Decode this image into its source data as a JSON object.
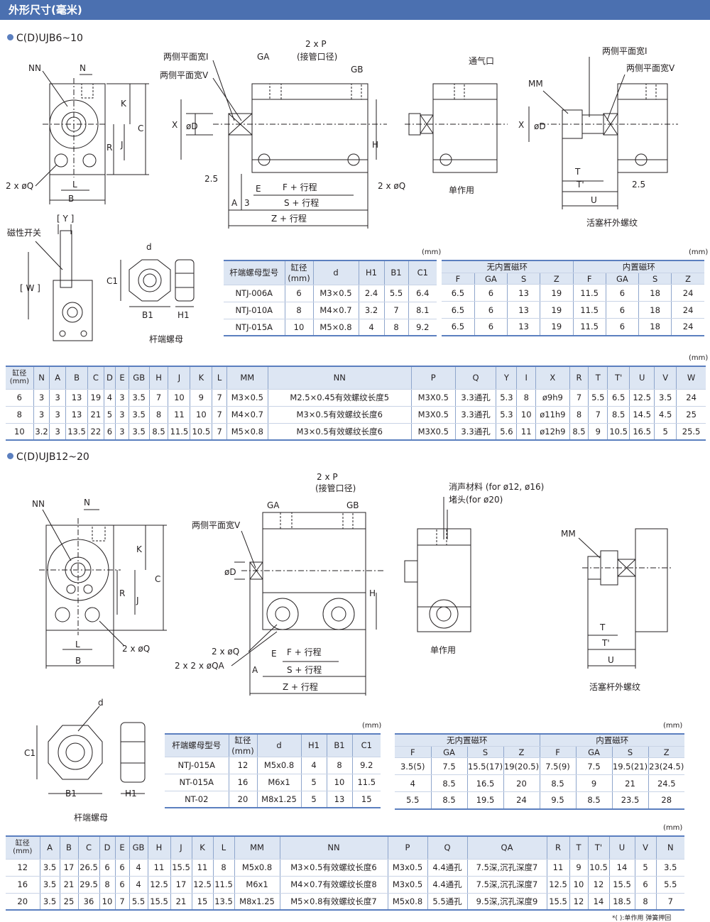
{
  "header": {
    "title": "外形尺寸(毫米)"
  },
  "section1": {
    "title": "C(D)UJB6~10",
    "labels": {
      "nn": "NN",
      "n": "N",
      "k": "K",
      "c": "C",
      "r": "R",
      "j": "J",
      "q2": "2 x øQ",
      "l": "L",
      "b": "B",
      "flat_i": "两侧平面宽I",
      "flat_v": "两侧平面宽V",
      "ga": "GA",
      "p2": "2 x P",
      "port": "(接管口径)",
      "gb": "GB",
      "x": "X",
      "d_dia": "øD",
      "h": "H",
      "d25": "2.5",
      "e": "E",
      "f_st": "F + 行程",
      "a": "A",
      "three": "3",
      "s_st": "S + 行程",
      "z_st": "Z + 行程",
      "vent": "通气口",
      "single": "单作用",
      "mm": "MM",
      "t": "T",
      "tp": "T'",
      "u": "U",
      "ext_thread": "活塞杆外螺纹",
      "y": "[ Y ]",
      "mag": "磁性开关",
      "w": "[ W ]",
      "d_small": "d",
      "c1": "C1",
      "b1": "B1",
      "h1": "H1",
      "nut": "杆端螺母"
    },
    "unit": "(mm)",
    "nut_table": {
      "headers": [
        "杆端螺母型号",
        "缸径\n(mm)",
        "d",
        "H1",
        "B1",
        "C1"
      ],
      "rows": [
        [
          "NTJ-006A",
          "6",
          "M3×0.5",
          "2.4",
          "5.5",
          "6.4"
        ],
        [
          "NTJ-010A",
          "8",
          "M4×0.7",
          "3.2",
          "7",
          "8.1"
        ],
        [
          "NTJ-015A",
          "10",
          "M5×0.8",
          "4",
          "8",
          "9.2"
        ]
      ]
    },
    "ring_table": {
      "group1": "无内置磁环",
      "group2": "内置磁环",
      "headers": [
        "F",
        "GA",
        "S",
        "Z",
        "F",
        "GA",
        "S",
        "Z"
      ],
      "rows": [
        [
          "6.5",
          "6",
          "13",
          "19",
          "11.5",
          "6",
          "18",
          "24"
        ],
        [
          "6.5",
          "6",
          "13",
          "19",
          "11.5",
          "6",
          "18",
          "24"
        ],
        [
          "6.5",
          "6",
          "13",
          "19",
          "11.5",
          "6",
          "18",
          "24"
        ]
      ]
    },
    "main_table": {
      "headers": [
        "缸径\n(mm)",
        "N",
        "A",
        "B",
        "C",
        "D",
        "E",
        "GB",
        "H",
        "J",
        "K",
        "L",
        "MM",
        "NN",
        "P",
        "Q",
        "Y",
        "I",
        "X",
        "R",
        "T",
        "T'",
        "U",
        "V",
        "W"
      ],
      "rows": [
        [
          "6",
          "3",
          "3",
          "13",
          "19",
          "4",
          "3",
          "3.5",
          "7",
          "10",
          "9",
          "7",
          "M3×0.5",
          "M2.5×0.45有效螺纹长度5",
          "M3X0.5",
          "3.3通孔",
          "5.3",
          "8",
          "ø9h9",
          "7",
          "5.5",
          "6.5",
          "12.5",
          "3.5",
          "24"
        ],
        [
          "8",
          "3",
          "3",
          "13",
          "21",
          "5",
          "3",
          "3.5",
          "8",
          "11",
          "10",
          "7",
          "M4×0.7",
          "M3×0.5有效螺纹长度6",
          "M3X0.5",
          "3.3通孔",
          "5.3",
          "10",
          "ø11h9",
          "8",
          "7",
          "8.5",
          "14.5",
          "4.5",
          "25"
        ],
        [
          "10",
          "3.2",
          "3",
          "13.5",
          "22",
          "6",
          "3",
          "3.5",
          "8.5",
          "11.5",
          "10.5",
          "7",
          "M5×0.8",
          "M3×0.5有效螺纹长度6",
          "M3X0.5",
          "3.3通孔",
          "5.6",
          "11",
          "ø12h9",
          "8.5",
          "9",
          "10.5",
          "16.5",
          "5",
          "25.5"
        ]
      ]
    }
  },
  "section2": {
    "title": "C(D)UJB12~20",
    "labels": {
      "nn": "NN",
      "n": "N",
      "k": "K",
      "c": "C",
      "r": "R",
      "j": "J",
      "q2": "2 x øQ",
      "l": "L",
      "b": "B",
      "flat_v": "两侧平面宽V",
      "ga": "GA",
      "p2": "2 x P",
      "port": "(接管口径)",
      "gb": "GB",
      "d_dia": "øD",
      "h": "H",
      "q2b": "2 x øQ",
      "qa": "2 x 2 x øQA",
      "e": "E",
      "f_st": "F + 行程",
      "a": "A",
      "s_st": "S + 行程",
      "z_st": "Z + 行程",
      "silencer": "消声材料 (for ø12, ø16)",
      "plug": "堵头(for ø20)",
      "single": "单作用",
      "mm": "MM",
      "t": "T",
      "tp": "T'",
      "u": "U",
      "ext_thread": "活塞杆外螺纹",
      "d_small": "d",
      "c1": "C1",
      "b1": "B1",
      "h1": "H1",
      "nut": "杆端螺母"
    },
    "unit": "(mm)",
    "nut_table": {
      "headers": [
        "杆端螺母型号",
        "缸径\n(mm)",
        "d",
        "H1",
        "B1",
        "C1"
      ],
      "rows": [
        [
          "NTJ-015A",
          "12",
          "M5x0.8",
          "4",
          "8",
          "9.2"
        ],
        [
          "NT-015A",
          "16",
          "M6x1",
          "5",
          "10",
          "11.5"
        ],
        [
          "NT-02",
          "20",
          "M8x1.25",
          "5",
          "13",
          "15"
        ]
      ]
    },
    "ring_table": {
      "group1": "无内置磁环",
      "group2": "内置磁环",
      "headers": [
        "F",
        "GA",
        "S",
        "Z",
        "F",
        "GA",
        "S",
        "Z"
      ],
      "rows": [
        [
          "3.5(5)",
          "7.5",
          "15.5(17)",
          "19(20.5)",
          "7.5(9)",
          "7.5",
          "19.5(21)",
          "23(24.5)"
        ],
        [
          "4",
          "8.5",
          "16.5",
          "20",
          "8.5",
          "9",
          "21",
          "24.5"
        ],
        [
          "5.5",
          "8.5",
          "19.5",
          "24",
          "9.5",
          "8.5",
          "23.5",
          "28"
        ]
      ]
    },
    "main_table": {
      "headers": [
        "缸径\n(mm)",
        "A",
        "B",
        "C",
        "D",
        "E",
        "GB",
        "H",
        "J",
        "K",
        "L",
        "MM",
        "NN",
        "P",
        "Q",
        "QA",
        "R",
        "T",
        "T'",
        "U",
        "V",
        "N"
      ],
      "rows": [
        [
          "12",
          "3.5",
          "17",
          "26.5",
          "6",
          "6",
          "4",
          "11",
          "15.5",
          "11",
          "8",
          "M5x0.8",
          "M3×0.5有效螺纹长度6",
          "M3x0.5",
          "4.4通孔",
          "7.5深,沉孔深度7",
          "11",
          "9",
          "10.5",
          "14",
          "5",
          "3.5"
        ],
        [
          "16",
          "3.5",
          "21",
          "29.5",
          "8",
          "6",
          "4",
          "12.5",
          "17",
          "12.5",
          "11.5",
          "M6x1",
          "M4×0.7有效螺纹长度8",
          "M3x0.5",
          "4.4通孔",
          "7.5深,沉孔深度7",
          "12.5",
          "10",
          "12",
          "15.5",
          "6",
          "5.5"
        ],
        [
          "20",
          "3.5",
          "25",
          "36",
          "10",
          "7",
          "5.5",
          "15.5",
          "21",
          "15",
          "13.5",
          "M8x1.25",
          "M5×0.8有效螺纹长度7",
          "M5x0.8",
          "5.5通孔",
          "9.5深,沉孔深度9",
          "15.5",
          "12",
          "14",
          "18.5",
          "8",
          "7"
        ]
      ]
    },
    "footnote": "*( ):单作用 弹簧押回"
  }
}
